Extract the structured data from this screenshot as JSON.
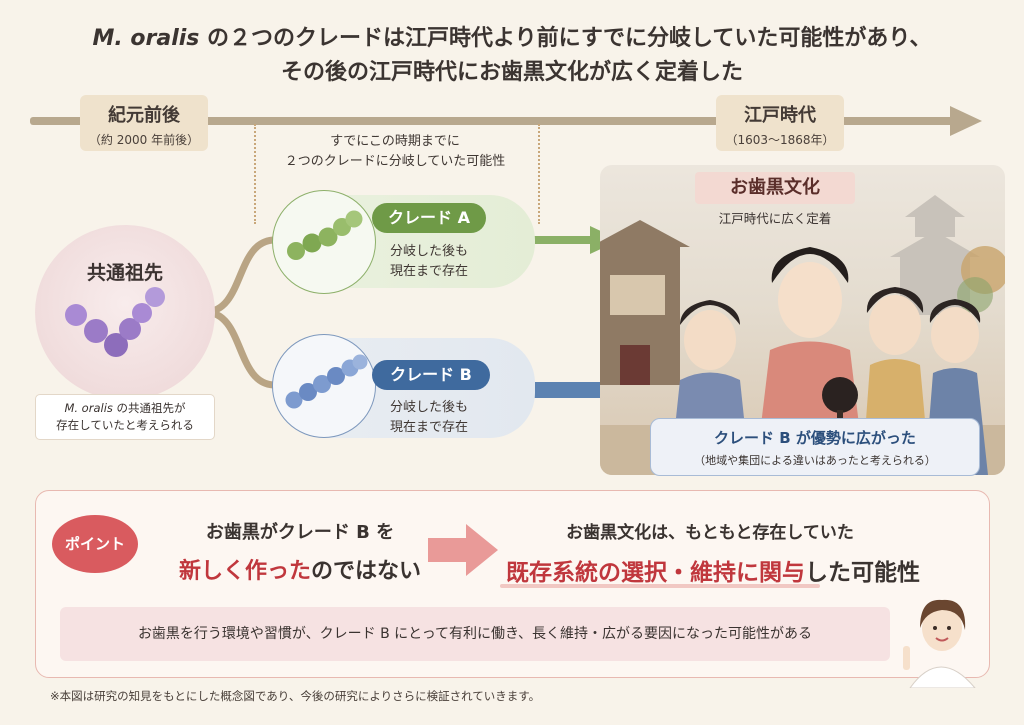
{
  "title": {
    "line1_italic": "M. oralis",
    "line1_rest": " の２つのクレードは江戸時代より前にすでに分岐していた可能性があり、",
    "line2": "その後の江戸時代にお歯黒文化が広く定着した"
  },
  "timeline": {
    "start": {
      "label": "紀元前後",
      "sub": "（約 2000 年前後）"
    },
    "end": {
      "label": "江戸時代",
      "sub": "（1603〜1868年）"
    },
    "note_line1": "すでにこの時期までに",
    "note_line2": "２つのクレードに分岐していた可能性"
  },
  "ancestor": {
    "title": "共通祖先",
    "caption_italic": "M. oralis",
    "caption_rest": " の共通祖先が",
    "caption_line2": "存在していたと考えられる"
  },
  "clades": {
    "a": {
      "label": "クレード A",
      "desc1": "分岐した後も",
      "desc2": "現在まで存在"
    },
    "b": {
      "label": "クレード B",
      "desc1": "分岐した後も",
      "desc2": "現在まで存在"
    }
  },
  "edo": {
    "title": "お歯黒文化",
    "subtitle": "江戸時代に広く定着",
    "b_spread_title": "クレード B が優勢に広がった",
    "b_spread_sub": "（地域や集団による違いはあったと考えられる）"
  },
  "point": {
    "badge": "ポイント",
    "left_line1": "お歯黒がクレード B を",
    "left_line2_red": "新しく作った",
    "left_line2_rest": "のではない",
    "right_line1": "お歯黒文化は、もともと存在していた",
    "right_line2_red": "既存系統の選択・維持に関与",
    "right_line2_rest": "した可能性",
    "bottom": "お歯黒を行う環境や習慣が、クレード B にとって有利に働き、長く維持・広がる要因になった可能性がある"
  },
  "footnote": "※本図は研究の知見をもとにした概念図であり、今後の研究によりさらに検証されていきます。",
  "colors": {
    "clade_a": "#6f9a47",
    "clade_b": "#3f6a9e",
    "ancestor": "#9b7bc7",
    "accent_red": "#c0373d",
    "badge": "#d95b5f",
    "timeline": "#b8a88e"
  }
}
